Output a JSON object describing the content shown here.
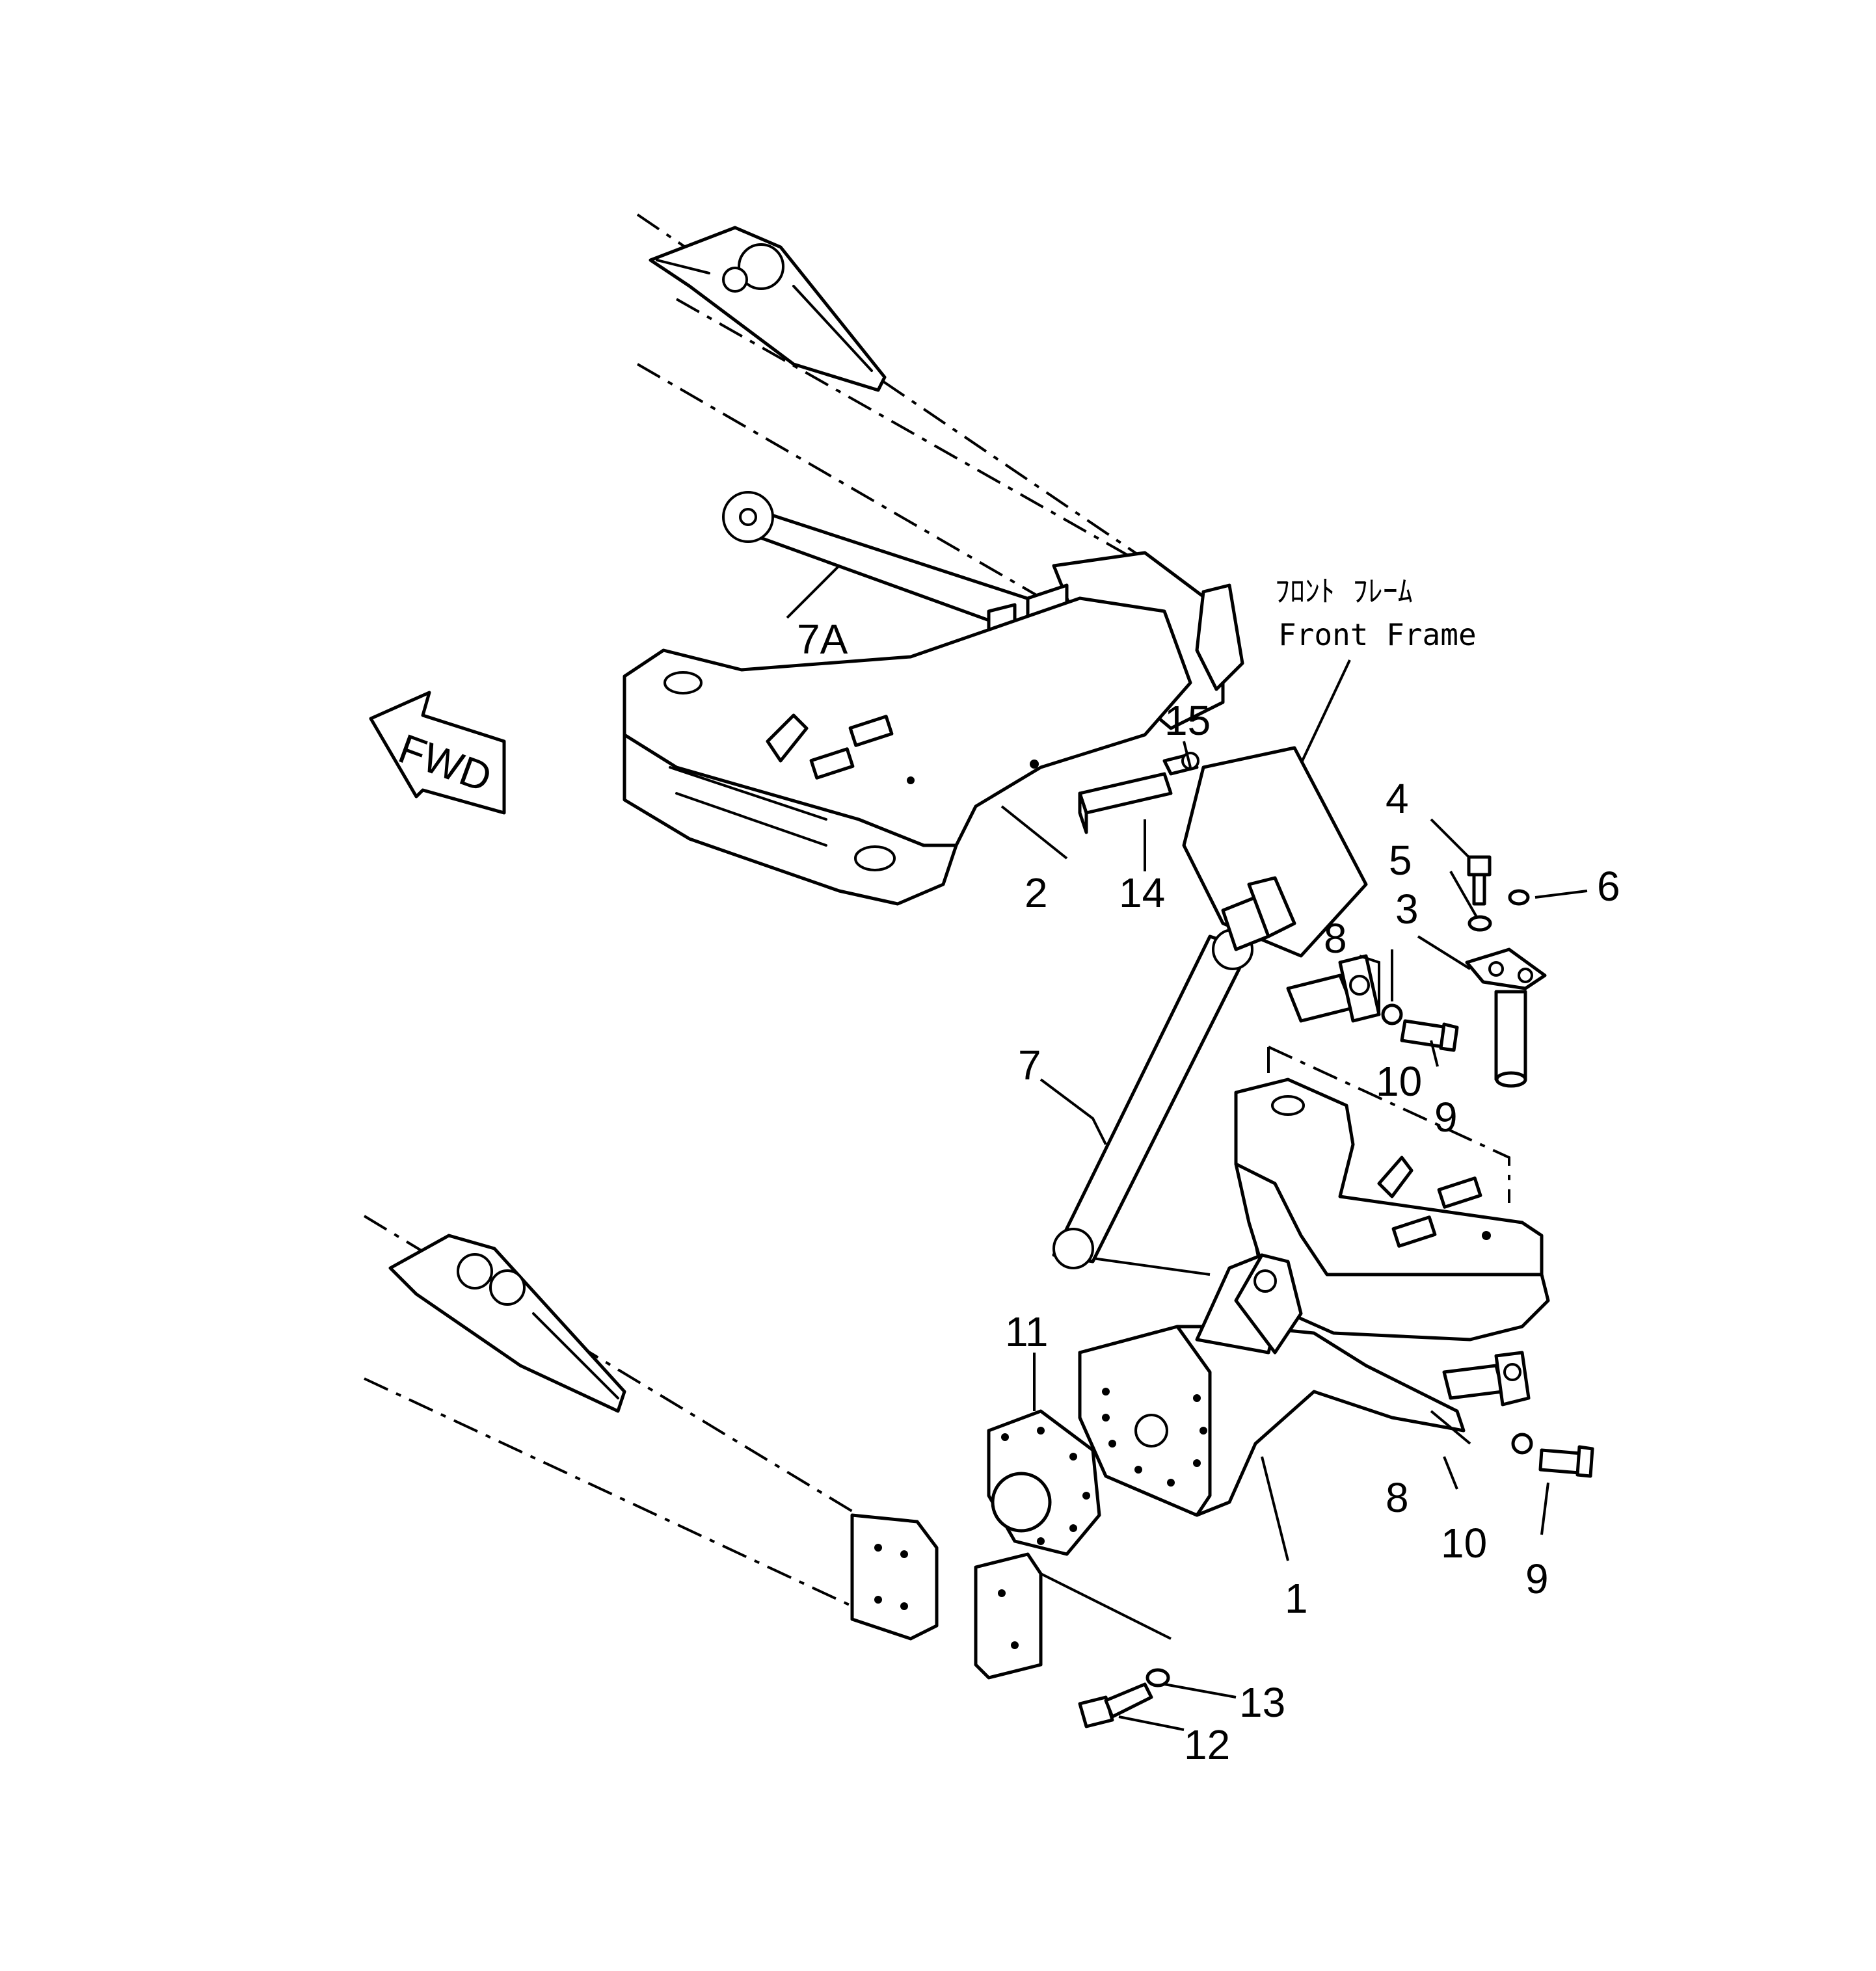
{
  "front_frame_label_jp": "ﾌﾛﾝﾄ ﾌﾚｰﾑ",
  "front_frame_label_en": "Front Frame",
  "fwd_label": "FWD",
  "callouts": {
    "c1": "1",
    "c2": "2",
    "c3": "3",
    "c4": "4",
    "c5": "5",
    "c6": "6",
    "c7": "7",
    "c7a": "7A",
    "c8a": "8",
    "c8b": "8",
    "c9a": "9",
    "c9b": "9",
    "c10a": "10",
    "c10b": "10",
    "c11": "11",
    "c12": "12",
    "c13": "13",
    "c14": "14",
    "c15": "15"
  }
}
